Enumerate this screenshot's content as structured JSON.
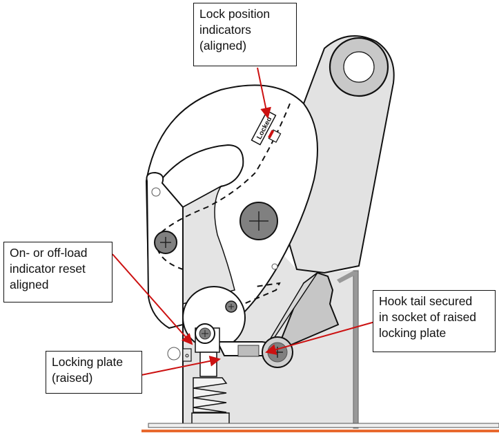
{
  "diagram": {
    "title": "Release hook in locked position",
    "indicator_label": "Locked",
    "callouts": [
      {
        "id": "lock-position",
        "lines": [
          "Lock position",
          "indicators",
          "(aligned)"
        ]
      },
      {
        "id": "on-off-load",
        "lines": [
          "On- or off-load",
          "indicator reset",
          "aligned"
        ]
      },
      {
        "id": "hook-tail",
        "lines": [
          "Hook tail secured",
          "in socket of raised",
          "locking plate"
        ]
      },
      {
        "id": "locking-plate",
        "lines": [
          "Locking plate",
          "(raised)"
        ]
      }
    ],
    "colors": {
      "outline": "#111111",
      "light_fill": "#e2e2e2",
      "mid_fill": "#c8c8c8",
      "bolt_fill": "#808080",
      "arrow": "#cc1111",
      "base_orange": "#e8692e"
    }
  }
}
